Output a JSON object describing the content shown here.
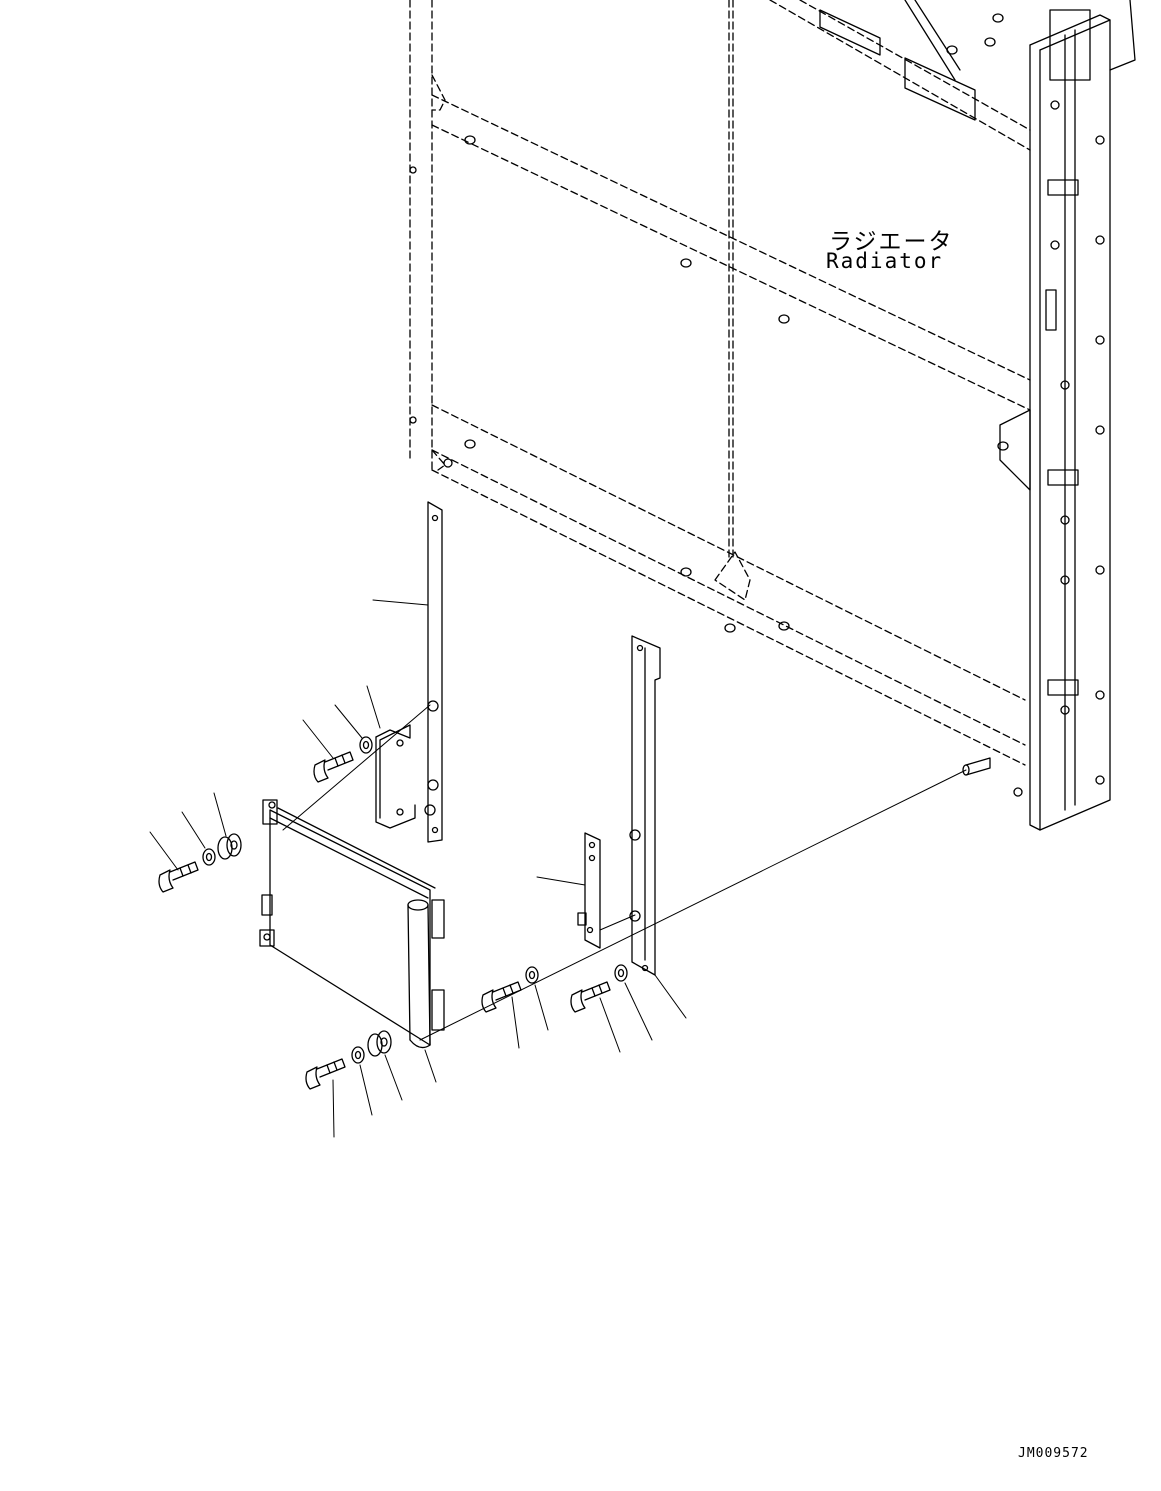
{
  "labels": {
    "radiator_jp": "ラジエータ",
    "radiator_en": "Radiator",
    "drawing_id": "JM009572"
  }
}
